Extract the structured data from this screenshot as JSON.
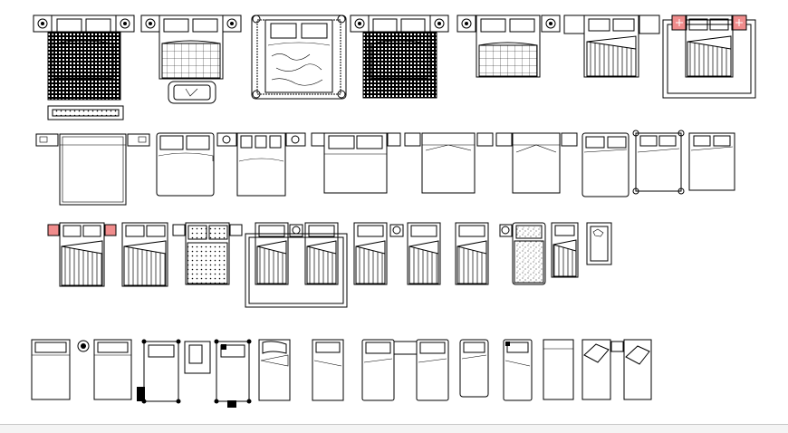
{
  "sheet": {
    "title": "",
    "background": "#ffffff",
    "line_color": "#000000",
    "accent_pink": "#f08c8c",
    "bottom_bar_color": "#f4f4f4"
  },
  "rows": [
    {
      "name": "row-1-double-beds-with-nightstands",
      "block_count": 8
    },
    {
      "name": "row-2-plain-double-beds",
      "block_count": 9
    },
    {
      "name": "row-3-hatched-beds",
      "block_count": 10
    },
    {
      "name": "row-4-single-beds",
      "block_count": 13
    }
  ]
}
